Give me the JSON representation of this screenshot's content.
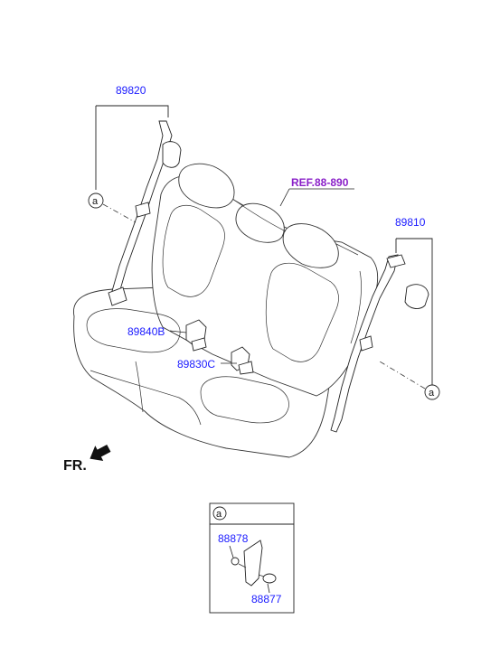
{
  "parts": {
    "belt_left": "89820",
    "belt_right": "89810",
    "buckle_left": "89840B",
    "buckle_center": "89830C",
    "reference": "REF.88-890",
    "anchor_nut": "88878",
    "anchor_cap": "88877"
  },
  "callout": {
    "letter": "a"
  },
  "orientation": {
    "front_label": "FR."
  },
  "colors": {
    "part_number": "#1a1aff",
    "reference": "#8a20c8",
    "line": "#222222"
  }
}
